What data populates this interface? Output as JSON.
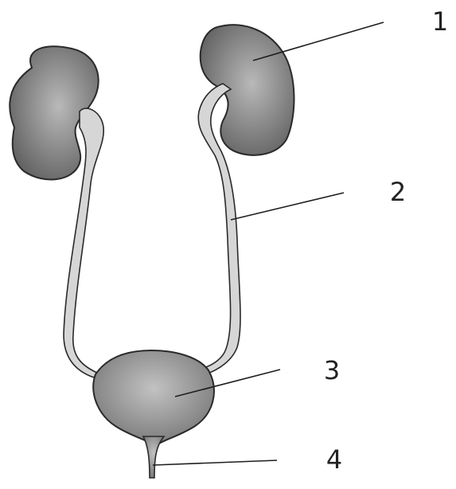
{
  "diagram": {
    "labels": [
      "1",
      "2",
      "3",
      "4"
    ],
    "colors": {
      "organ_fill": "#8a8a8a",
      "organ_highlight": "#b9b9b9",
      "organ_stroke": "#2a2a2a",
      "duct_fill": "#d6d6d6",
      "line": "#1e1e1e"
    }
  }
}
